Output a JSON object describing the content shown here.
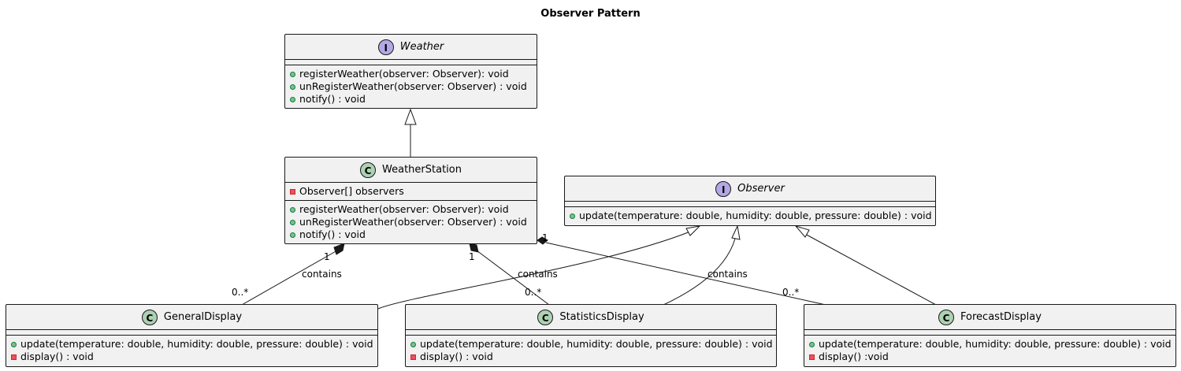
{
  "title": "Observer Pattern",
  "classes": {
    "weather": {
      "kind": "I",
      "name": "Weather",
      "attributes": [],
      "methods": [
        {
          "vis": "public",
          "text": "registerWeather(observer: Observer): void"
        },
        {
          "vis": "public",
          "text": "unRegisterWeather(observer: Observer) : void"
        },
        {
          "vis": "public",
          "text": "notify() : void"
        }
      ]
    },
    "weather_station": {
      "kind": "C",
      "name": "WeatherStation",
      "attributes": [
        {
          "vis": "private",
          "text": "Observer[] observers"
        }
      ],
      "methods": [
        {
          "vis": "public",
          "text": "registerWeather(observer: Observer): void"
        },
        {
          "vis": "public",
          "text": "unRegisterWeather(observer: Observer) : void"
        },
        {
          "vis": "public",
          "text": "notify() : void"
        }
      ]
    },
    "observer": {
      "kind": "I",
      "name": "Observer",
      "attributes": [],
      "methods": [
        {
          "vis": "public",
          "text": "update(temperature: double, humidity: double, pressure: double) : void"
        }
      ]
    },
    "general_display": {
      "kind": "C",
      "name": "GeneralDisplay",
      "attributes": [],
      "methods": [
        {
          "vis": "public",
          "text": "update(temperature: double, humidity: double, pressure: double) : void"
        },
        {
          "vis": "private",
          "text": "display() : void"
        }
      ]
    },
    "statistics_display": {
      "kind": "C",
      "name": "StatisticsDisplay",
      "attributes": [],
      "methods": [
        {
          "vis": "public",
          "text": "update(temperature: double, humidity: double, pressure: double) : void"
        },
        {
          "vis": "private",
          "text": "display() : void"
        }
      ]
    },
    "forecast_display": {
      "kind": "C",
      "name": "ForecastDisplay",
      "attributes": [],
      "methods": [
        {
          "vis": "public",
          "text": "update(temperature: double, humidity: double, pressure: double) : void"
        },
        {
          "vis": "private",
          "text": "display() :void"
        }
      ]
    }
  },
  "relations": {
    "general": {
      "label": "contains",
      "source_mult": "1",
      "target_mult": "0..*"
    },
    "statistics": {
      "label": "contains",
      "source_mult": "1",
      "target_mult": "0..*"
    },
    "forecast": {
      "label": "contains",
      "source_mult": "1",
      "target_mult": "0..*"
    }
  },
  "colors": {
    "box_fill": "#f1f1f1",
    "border": "#181818",
    "interface_circle": "#b4a7e5",
    "class_circle": "#add1b2",
    "public_marker": "#84be84",
    "private_marker": "#f24d5c"
  }
}
